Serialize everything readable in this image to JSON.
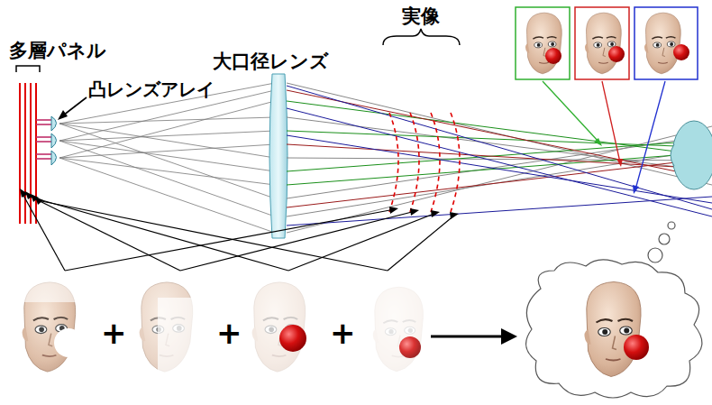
{
  "diagram": {
    "labels": [
      "多層パネル",
      "凸レンズアレイ",
      "大口径レンズ",
      "実像",
      "+",
      "+",
      "+"
    ]
  }
}
